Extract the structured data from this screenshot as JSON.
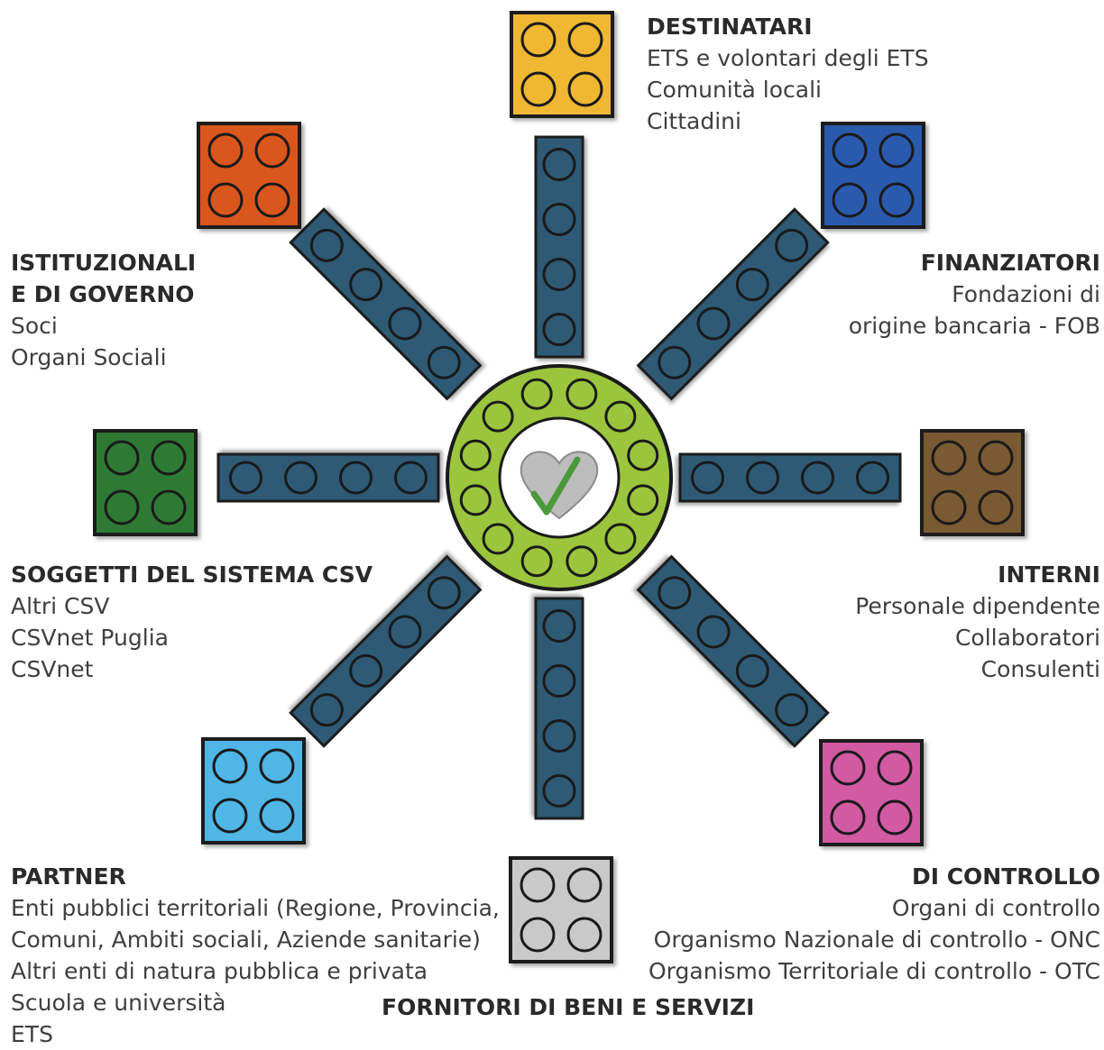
{
  "groups": {
    "destinatari": {
      "title": "DESTINATARI",
      "items": [
        "ETS e volontari degli ETS",
        "Comunità locali",
        "Cittadini"
      ],
      "color": "#f0b731"
    },
    "finanziatori": {
      "title": "FINANZIATORI",
      "items": [
        "Fondazioni di",
        "origine bancaria - FOB"
      ],
      "color": "#2a5aad"
    },
    "interni": {
      "title": "INTERNI",
      "items": [
        "Personale dipendente",
        "Collaboratori",
        "Consulenti"
      ],
      "color": "#7a5a33"
    },
    "controllo": {
      "title": "DI CONTROLLO",
      "items": [
        "Organi di controllo",
        "Organismo Nazionale di controllo - ONC",
        "Organismo Territoriale di controllo - OTC"
      ],
      "color": "#d15aa3"
    },
    "fornitori": {
      "title": "FORNITORI DI BENI E SERVIZI",
      "items": [],
      "color": "#c9c9c9"
    },
    "partner": {
      "title": "PARTNER",
      "items": [
        "Enti pubblici territoriali (Regione, Provincia,",
        "Comuni, Ambiti sociali, Aziende sanitarie)",
        "Altri enti di natura pubblica e privata",
        "Scuola e università",
        "ETS"
      ],
      "color": "#4fb6e6"
    },
    "sistema_csv": {
      "title": "SOGGETTI DEL SISTEMA CSV",
      "items": [
        "Altri CSV",
        "CSVnet Puglia",
        "CSVnet"
      ],
      "color": "#2e7a34"
    },
    "istituzionali": {
      "title_line1": "ISTITUZIONALI",
      "title_line2": "E DI GOVERNO",
      "items": [
        "Soci",
        "Organi Sociali"
      ],
      "color": "#d9561f"
    }
  },
  "colors": {
    "arm": "#2f5a75",
    "ring": "#9bc53d",
    "center_heart": "#bdbdbd",
    "check": "#4a9a3c"
  },
  "icons": {
    "center": "heart-check-icon"
  }
}
